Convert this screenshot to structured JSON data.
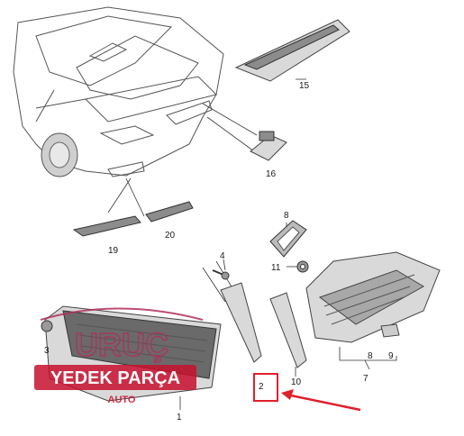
{
  "callouts": {
    "c1": "1",
    "c2": "2",
    "c3": "3",
    "c4": "4",
    "c7": "7",
    "c8a": "8",
    "c8b": "8",
    "c9": "9",
    "c10": "10",
    "c11": "11",
    "c15": "15",
    "c16": "16",
    "c19": "19",
    "c20": "20"
  },
  "watermark": {
    "line1": "URUÇ",
    "line2": "YEDEK PARÇA",
    "line3": "AUTO"
  },
  "colors": {
    "highlight": "#e0202a",
    "watermark_red": "#c8102e",
    "watermark_pink": "#b0305a"
  }
}
